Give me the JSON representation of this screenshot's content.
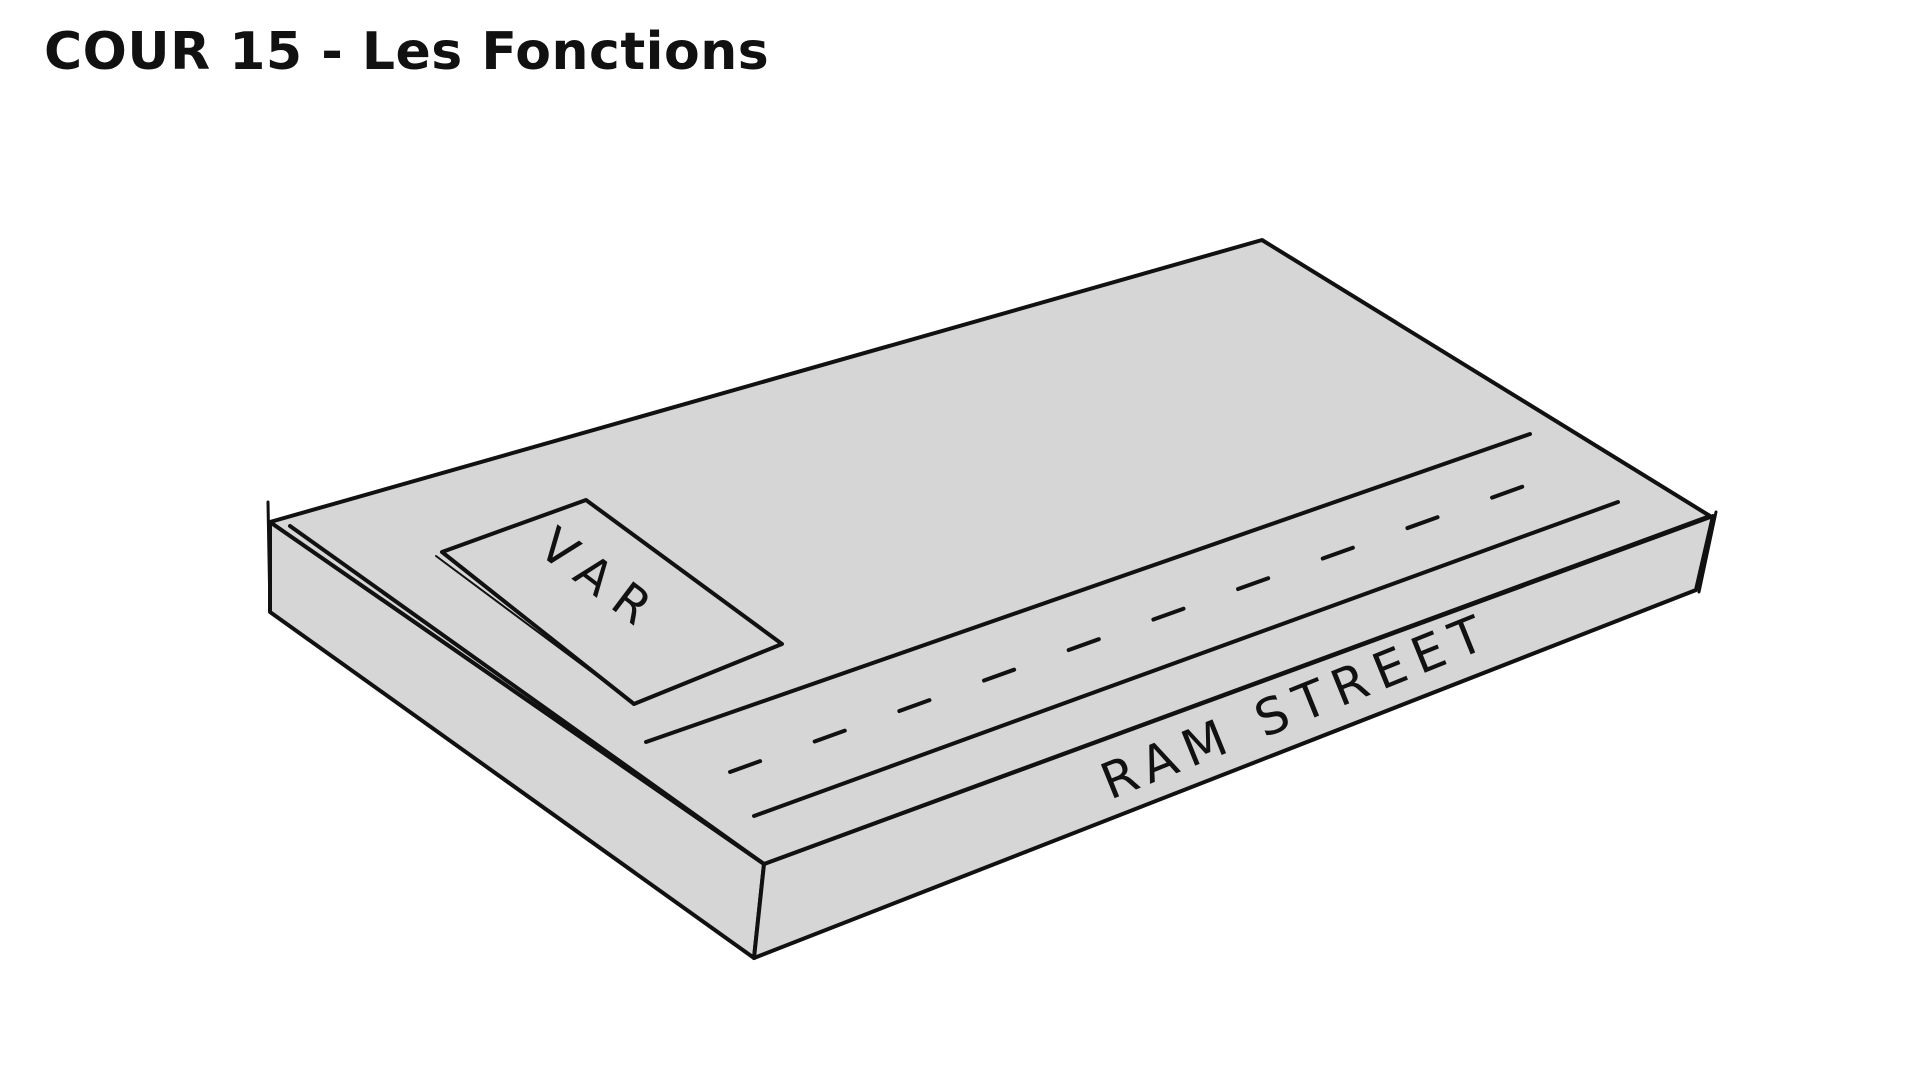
{
  "title": "COUR 15 - Les Fonctions",
  "diagram": {
    "box_label": "VAR",
    "street_label": "RAM STREET"
  },
  "colors": {
    "surface": "#d6d6d6",
    "stroke": "#111111",
    "background": "#ffffff"
  }
}
